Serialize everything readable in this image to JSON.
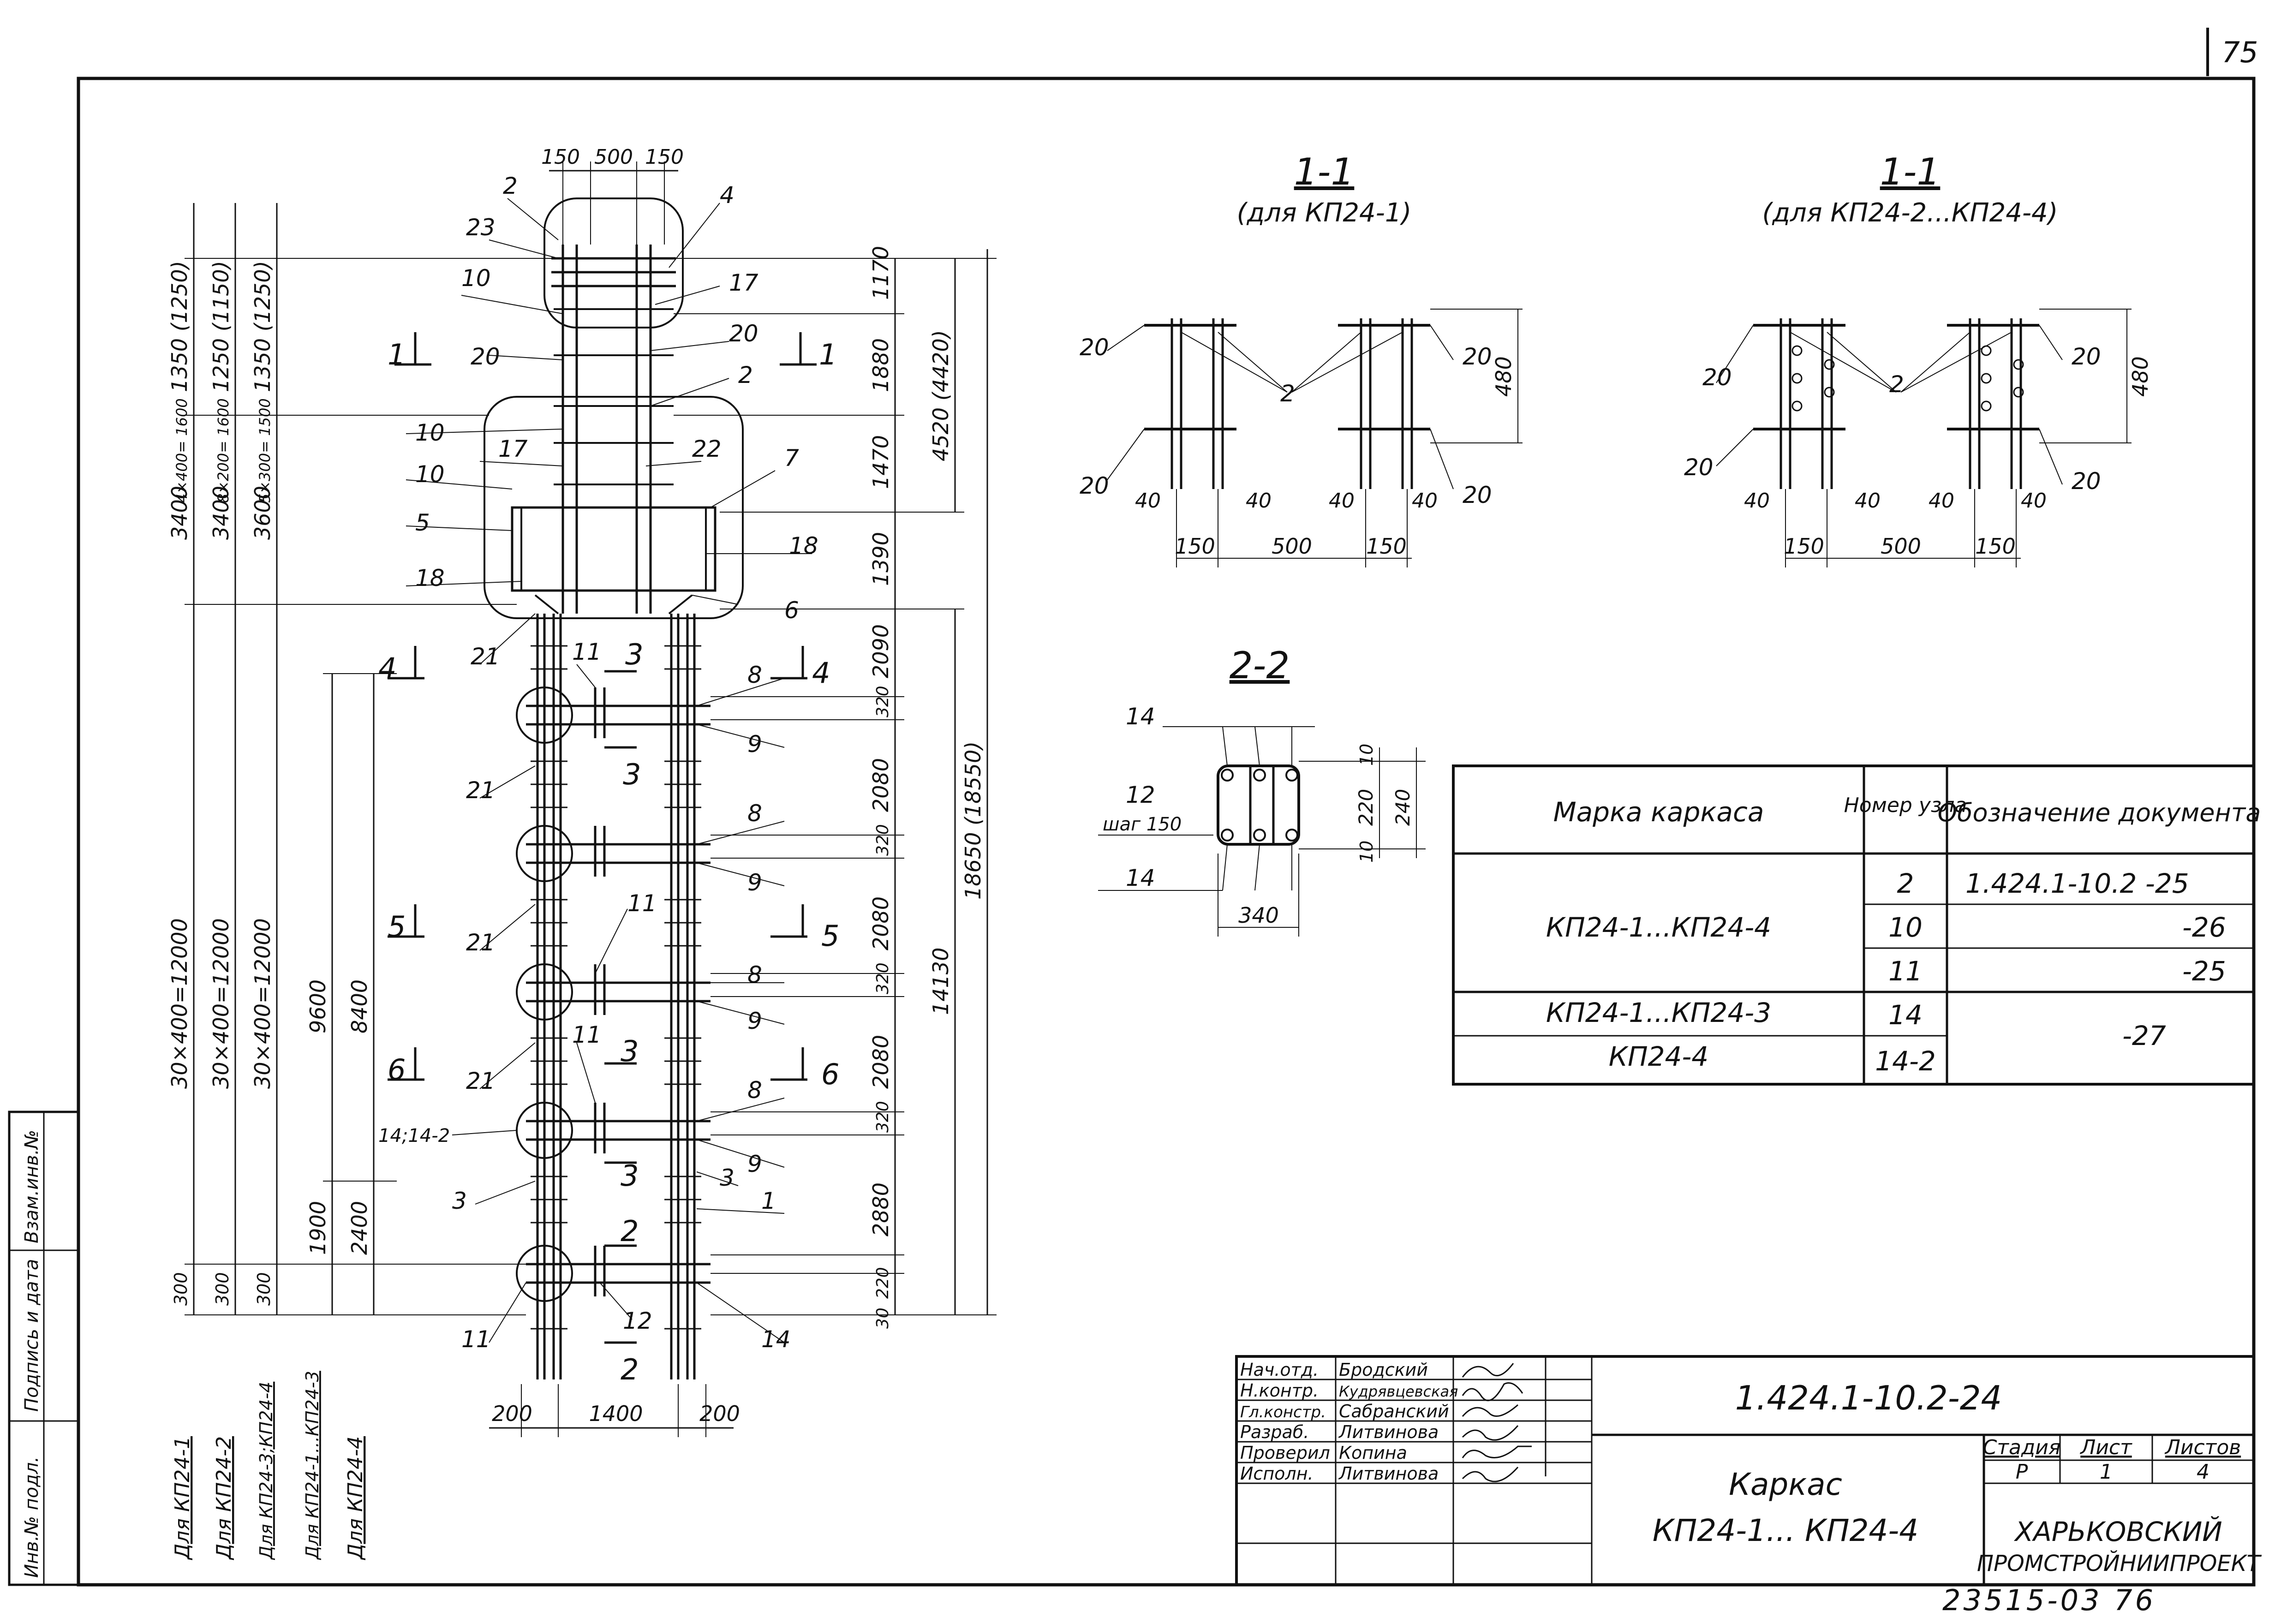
{
  "sheet": {
    "page_number": "75",
    "archive_number": "23515-03 76"
  },
  "elevation": {
    "top_dims": [
      "150",
      "500",
      "150"
    ],
    "left_columns": [
      {
        "top": "1350 (1250)",
        "mid": "4×400= 1600",
        "upper": "3400",
        "grid": "30×400=12000",
        "base": "300",
        "caption": "Для КП24-1"
      },
      {
        "top": "1250 (1150)",
        "mid": "8×200= 1600",
        "upper": "3400",
        "grid": "30×400=12000",
        "base": "300",
        "caption": "Для КП24-2"
      },
      {
        "top": "1350 (1250)",
        "mid": "5×300= 1500",
        "upper": "3600",
        "grid": "30×400=12000",
        "base": "300",
        "caption": "Для КП24-3;КП24-4"
      },
      {
        "upper": "9600",
        "base": "1900",
        "caption": "Для КП24-1...КП24-3"
      },
      {
        "upper": "8400",
        "base": "2400",
        "caption": "Для КП24-4"
      }
    ],
    "right_dims": [
      "1170",
      "1880",
      "1470",
      "1390",
      "2090",
      "320",
      "2080",
      "320",
      "2080",
      "320",
      "2080",
      "320",
      "2880",
      "220",
      "30"
    ],
    "right_totals": [
      "4520 (4420)",
      "14130",
      "18650 (18550)"
    ],
    "bottom_dims": [
      "200",
      "1400",
      "200"
    ],
    "callouts": [
      "2",
      "23",
      "4",
      "17",
      "10",
      "20",
      "20",
      "2",
      "10",
      "17",
      "22",
      "7",
      "10",
      "5",
      "18",
      "18",
      "6",
      "21",
      "11",
      "8",
      "9",
      "21",
      "8",
      "11",
      "9",
      "21",
      "8",
      "9",
      "11",
      "8",
      "21",
      "14;14-2",
      "9",
      "3",
      "3",
      "1",
      "11",
      "12",
      "14"
    ],
    "section_marks": [
      "1",
      "1",
      "4",
      "4",
      "3",
      "3",
      "5",
      "5",
      "6",
      "6",
      "3",
      "3",
      "2",
      "2"
    ]
  },
  "section_11a": {
    "title": "1-1",
    "subtitle": "(для КП24-1)",
    "labels": [
      "20",
      "20",
      "2",
      "20",
      "20"
    ],
    "dims": [
      "40",
      "40",
      "40",
      "40",
      "150",
      "500",
      "150",
      "480"
    ]
  },
  "section_11b": {
    "title": "1-1",
    "subtitle": "(для КП24-2...КП24-4)",
    "labels": [
      "20",
      "20",
      "2",
      "20",
      "20"
    ],
    "dims": [
      "40",
      "40",
      "40",
      "40",
      "150",
      "500",
      "150",
      "480"
    ]
  },
  "section_22": {
    "title": "2-2",
    "labels": [
      "14",
      "12",
      "шаг 150",
      "14"
    ],
    "dims": [
      "10",
      "220",
      "240",
      "10",
      "340"
    ]
  },
  "table": {
    "headers": [
      "Марка каркаса",
      "Номер узла",
      "Обозначение документа"
    ],
    "rows": [
      {
        "mark": "КП24-1...КП24-4",
        "nodes": [
          "2",
          "10",
          "11"
        ],
        "docs": [
          "1.424.1-10.2 -25",
          "-26",
          "-25"
        ]
      },
      {
        "mark": "КП24-1...КП24-3",
        "nodes": [
          "14"
        ],
        "docs": [
          "-27"
        ]
      },
      {
        "mark": "КП24-4",
        "nodes": [
          "14-2"
        ],
        "docs": []
      }
    ]
  },
  "side_stamp": [
    "Инв.№ подл.",
    "Подпись и дата",
    "Взам.инв.№"
  ],
  "title_block": {
    "roles": [
      {
        "role": "Нач.отд.",
        "name": "Бродский"
      },
      {
        "role": "Н.контр.",
        "name": "Кудрявцевская"
      },
      {
        "role": "Гл.констр.",
        "name": "Сабранский"
      },
      {
        "role": "Разраб.",
        "name": "Литвинова"
      },
      {
        "role": "Проверил",
        "name": "Копина"
      },
      {
        "role": "Исполн.",
        "name": "Литвинова"
      }
    ],
    "document_code": "1.424.1-10.2-24",
    "title_line1": "Каркас",
    "title_line2": "КП24-1... КП24-4",
    "stage_header": "Стадия",
    "sheet_header": "Лист",
    "sheets_header": "Листов",
    "stage": "Р",
    "sheet": "1",
    "sheets": "4",
    "org_line1": "ХАРЬКОВСКИЙ",
    "org_line2": "ПРОМСТРОЙНИИПРОЕКТ"
  }
}
